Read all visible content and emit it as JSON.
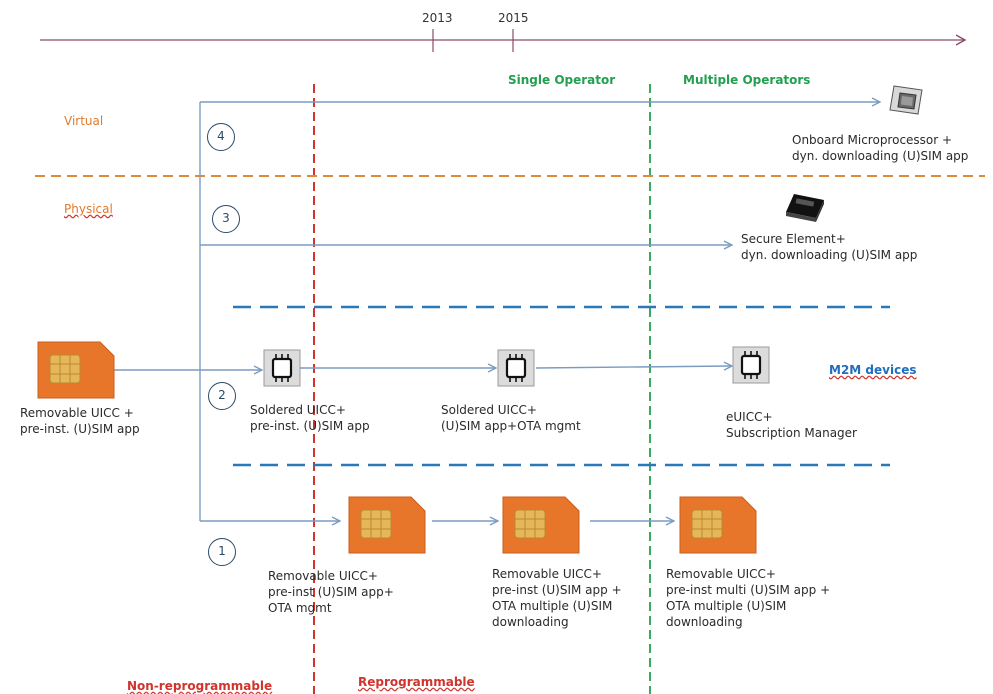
{
  "timeline": {
    "years": [
      "2013",
      "2015"
    ]
  },
  "zones": {
    "single_operator": "Single Operator",
    "multiple_operators": "Multiple Operators",
    "virtual": "Virtual",
    "physical": "Physical",
    "m2m_devices": "M2M devices",
    "non_reprogrammable": "Non-reprogrammable",
    "reprogrammable": "Reprogrammable"
  },
  "steps": [
    "1",
    "2",
    "3",
    "4"
  ],
  "nodes": {
    "removable_start": [
      "Removable UICC +",
      "pre-inst. (U)SIM app"
    ],
    "soldered_1": [
      "Soldered UICC+",
      "pre-inst. (U)SIM app"
    ],
    "soldered_2": [
      "Soldered UICC+",
      "(U)SIM app+OTA mgmt"
    ],
    "euicc": [
      "eUICC+",
      "Subscription Manager"
    ],
    "secure_element": [
      "Secure Element+",
      "dyn. downloading (U)SIM app"
    ],
    "onboard_micro": [
      "Onboard Microprocessor +",
      "dyn. downloading (U)SIM app"
    ],
    "removable_1": [
      "Removable UICC+",
      "pre-inst (U)SIM app+",
      "OTA mgmt"
    ],
    "removable_2": [
      "Removable UICC+",
      "pre-inst (U)SIM app +",
      "OTA multiple (U)SIM",
      "downloading"
    ],
    "removable_3": [
      "Removable UICC+",
      "pre-inst multi (U)SIM app +",
      "OTA multiple (U)SIM",
      "downloading"
    ]
  },
  "icons": {
    "sim_card": "sim-card-icon",
    "chip": "chip-icon",
    "secure_element": "secure-element-icon",
    "processor": "processor-icon"
  },
  "colors": {
    "timeline": "#8a4a6a",
    "arrows": "#7a9cc0",
    "red_divider": "#d0342c",
    "green_divider": "#22a050",
    "orange_divider": "#e08a3c",
    "blue_divider": "#2a78b8",
    "sim_orange": "#e8762a",
    "sim_gold": "#e6b75a"
  }
}
